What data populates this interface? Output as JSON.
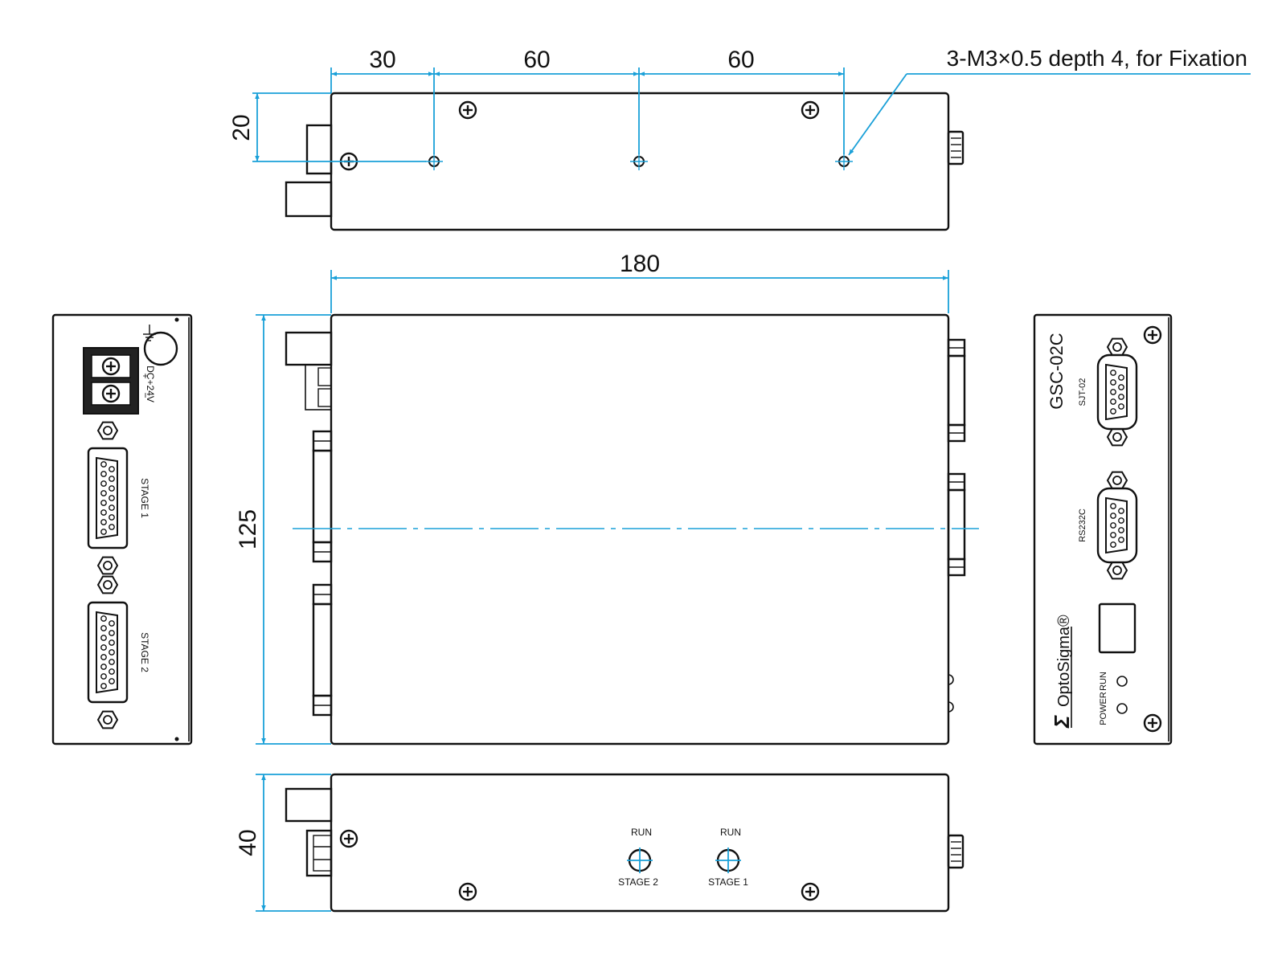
{
  "dimensions": {
    "spacing_1": "30",
    "spacing_2": "60",
    "spacing_3": "60",
    "height_top": "20",
    "width": "180",
    "depth": "125",
    "height": "40"
  },
  "callout": "3-M3×0.5 depth 4, for Fixation",
  "rear_panel": {
    "power_label": "DC+24V",
    "plus": "+",
    "minus": "−",
    "stage1": "STAGE 1",
    "stage2": "STAGE 2"
  },
  "front_panel": {
    "model": "GSC-02C",
    "port1": "SJT-02",
    "port2": "RS232C",
    "brand": "OptoSigma®",
    "power": "POWER",
    "run": "RUN"
  },
  "side_panel": {
    "run_left": "RUN",
    "run_right": "RUN",
    "stage2": "STAGE 2",
    "stage1": "STAGE 1"
  },
  "colors": {
    "dimension_line": "#1aa0d8",
    "ink": "#111111"
  }
}
